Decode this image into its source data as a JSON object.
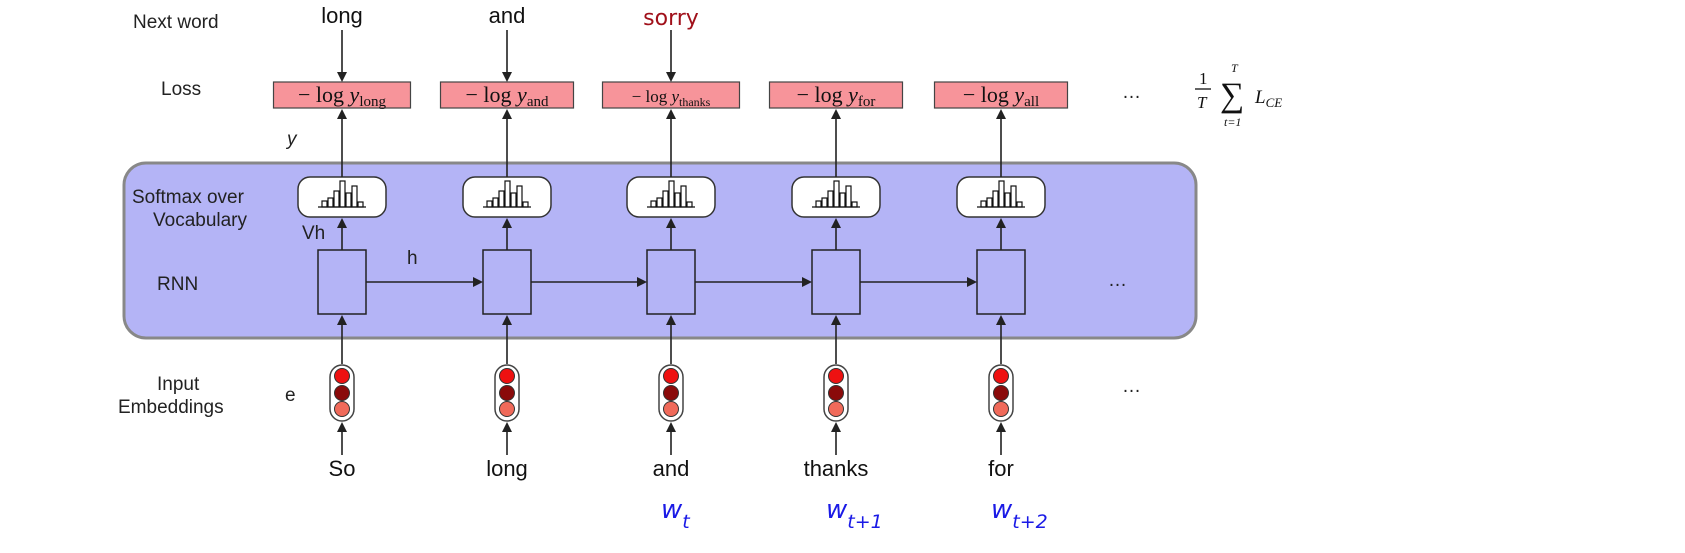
{
  "row_labels": {
    "next_word": "Next word",
    "loss": "Loss",
    "y": "y",
    "softmax_line1": "Softmax over",
    "softmax_line2": "Vocabulary",
    "vh": "Vh",
    "h": "h",
    "rnn": "RNN",
    "e": "e",
    "input_line1": "Input",
    "input_line2": "Embeddings"
  },
  "timesteps": [
    {
      "input": "So",
      "next": "long",
      "loss_sub": "long",
      "w_sub": ""
    },
    {
      "input": "long",
      "next": "and",
      "loss_sub": "and",
      "w_sub": ""
    },
    {
      "input": "and",
      "next": "sorry",
      "loss_sub": "thanks",
      "w_sub": "t"
    },
    {
      "input": "thanks",
      "next": "",
      "loss_sub": "for",
      "w_sub": "t+1"
    },
    {
      "input": "for",
      "next": "",
      "loss_sub": "all",
      "w_sub": "t+2"
    }
  ],
  "loss_prefix": "− log ",
  "loss_var": "y",
  "w_letter": "w",
  "ellipsis": "…",
  "formula": {
    "frac_num": "1",
    "frac_den": "T",
    "sum_sign": "∑",
    "sum_upper": "T",
    "sum_lower": "t=1",
    "term": "L",
    "term_sub": "CE"
  },
  "colors": {
    "rnn_band": "#b4b4f6",
    "loss_box": "#f7949a",
    "next_word_highlight": "#a0101a",
    "w_label": "#1a1ae6",
    "embed_top": "#ee1111",
    "embed_mid": "#8a0a0a",
    "embed_bot": "#f06a5a"
  }
}
